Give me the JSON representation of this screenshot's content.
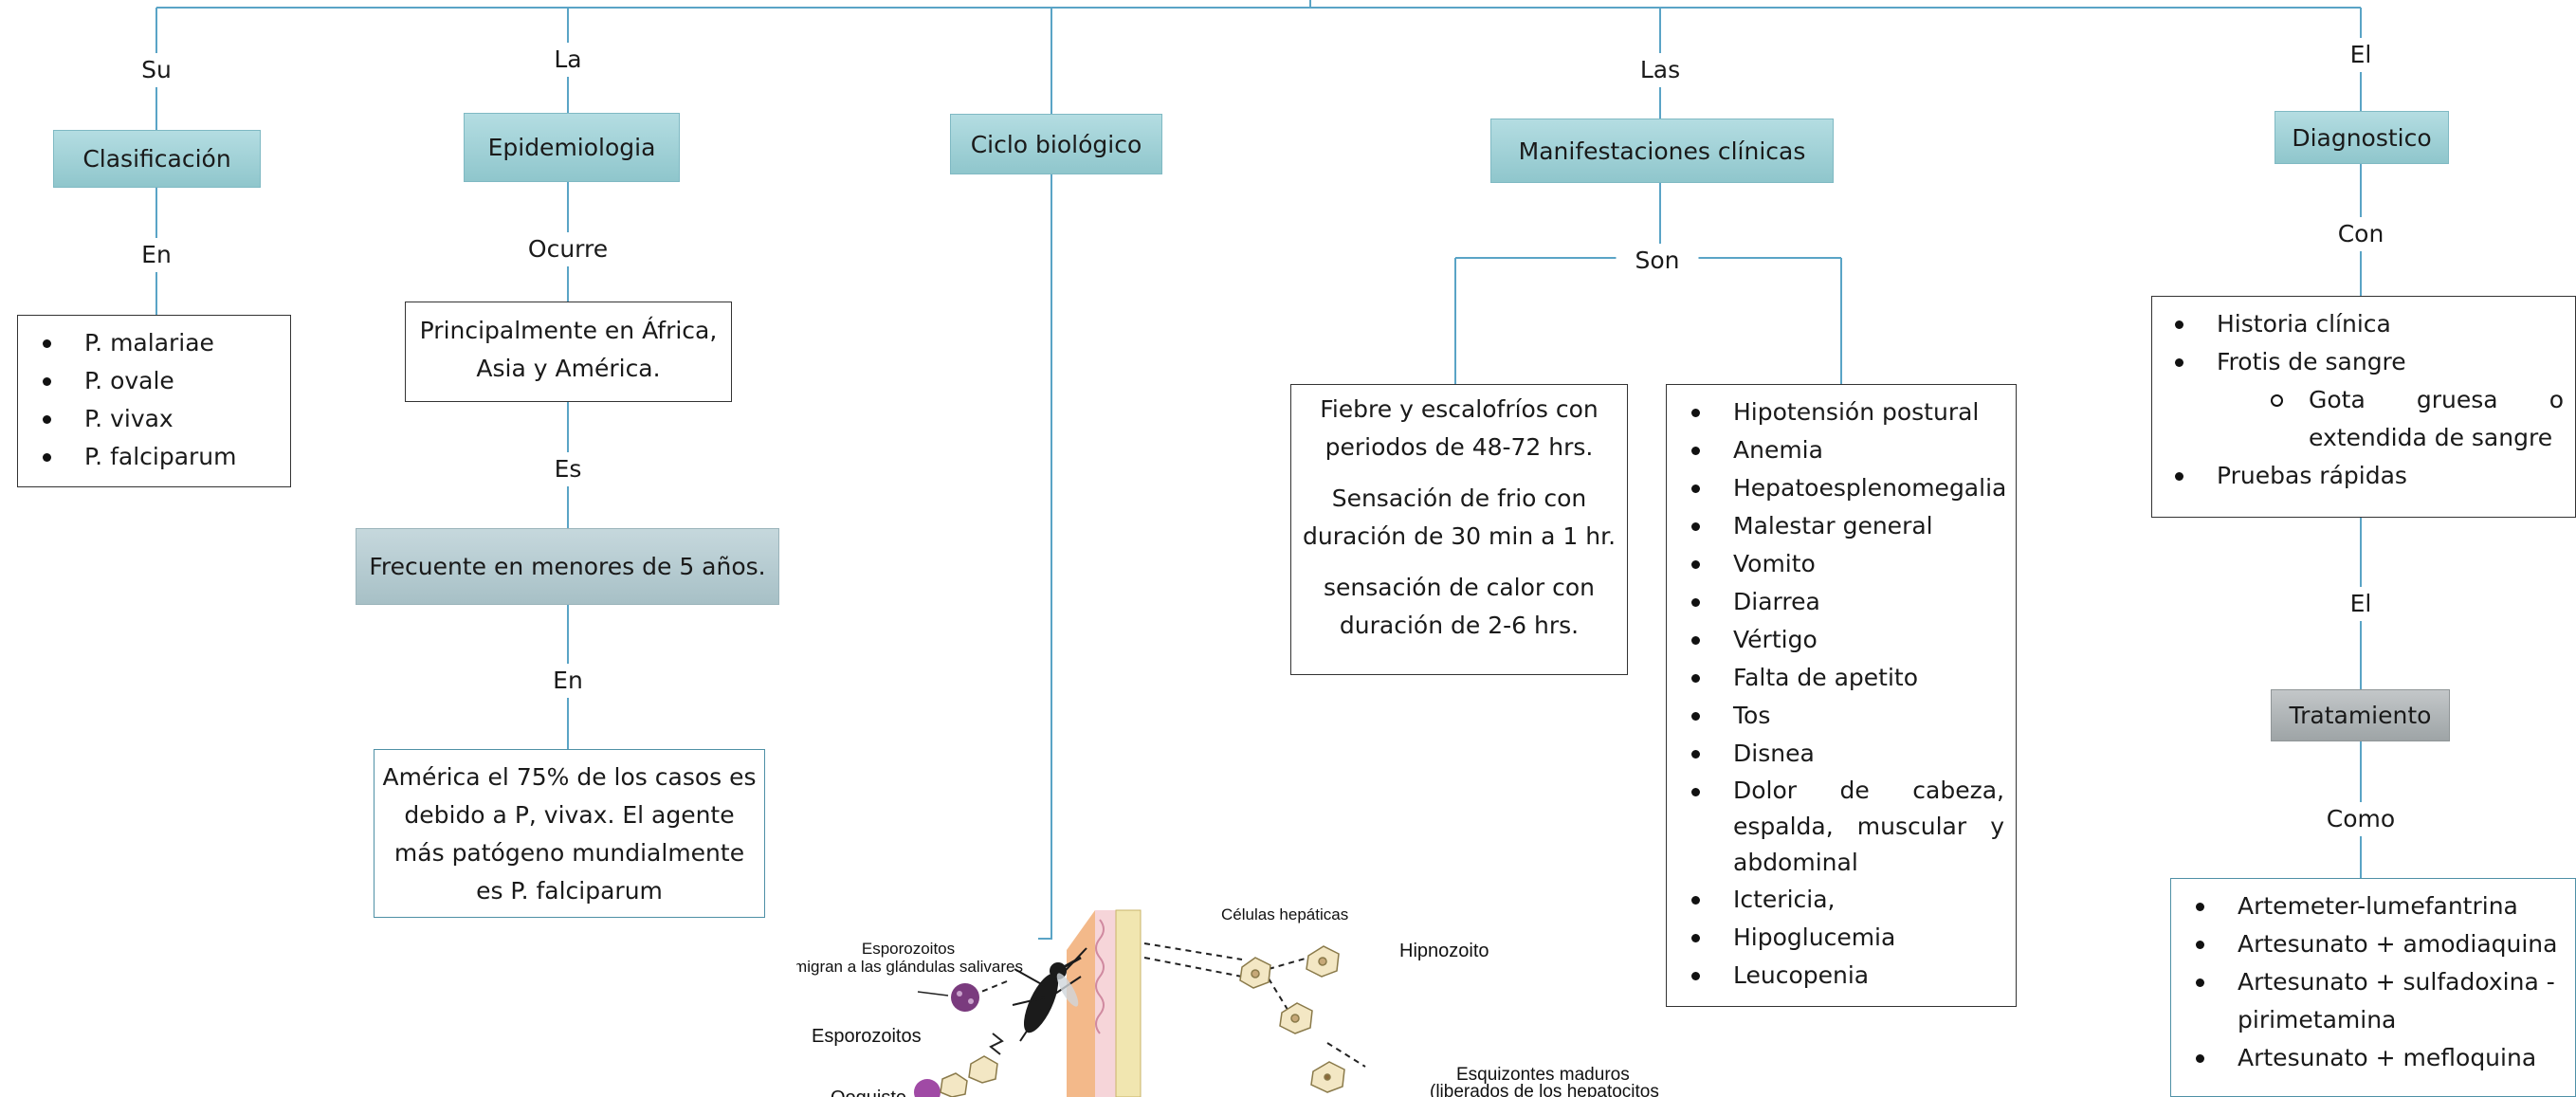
{
  "connectors": {
    "su": "Su",
    "la": "La",
    "las": "Las",
    "el_top": "El",
    "en_1": "En",
    "ocurre": "Ocurre",
    "es": "Es",
    "en_2": "En",
    "son": "Son",
    "con": "Con",
    "el_mid": "El",
    "como": "Como"
  },
  "nodes": {
    "clasificacion": "Clasificación",
    "epidemiologia": "Epidemiologia",
    "ciclo": "Ciclo biológico",
    "manifestaciones": "Manifestaciones clínicas",
    "diagnostico": "Diagnostico",
    "frecuente": "Frecuente en menores de 5 años.",
    "tratamiento": "Tratamiento"
  },
  "clasificacion_list": [
    "P. malariae",
    "P. ovale",
    "P. vivax",
    "P. falciparum"
  ],
  "epidemiologia_text": {
    "ocurre_box": [
      "Principalmente en África,",
      "Asia y América."
    ],
    "america_box": [
      "América el 75% de los casos es",
      "debido a P, vivax. El agente",
      "más patógeno mundialmente",
      "es P. falciparum"
    ]
  },
  "fiebre_box": [
    [
      "Fiebre y escalofríos con",
      "periodos de 48-72 hrs."
    ],
    [
      "Sensación de frio con",
      "duración de 30 min a 1 hr."
    ],
    [
      "sensación de calor con",
      "duración de 2-6 hrs."
    ]
  ],
  "sintomas_list": [
    "Hipotensión postural",
    "Anemia",
    "Hepatoesplenomegalia",
    "Malestar general",
    "Vomito",
    "Diarrea",
    "Vértigo",
    "Falta de apetito",
    "Tos",
    "Disnea",
    "Dolor de cabeza, espalda, muscular y abdominal",
    "Ictericia,",
    "Hipoglucemia",
    "Leucopenia"
  ],
  "diagnostico_list": {
    "historia": "Historia clínica",
    "frotis": "Frotis de sangre",
    "gota": "Gota gruesa o extendida de sangre",
    "pruebas": "Pruebas rápidas"
  },
  "tratamiento_list": [
    "Artemeter-lumefantrina",
    "Artesunato + amodiaquina",
    "Artesunato + sulfadoxina - pirimetamina",
    "Artesunato + mefloquina"
  ],
  "figure": {
    "celulas": "Células hepáticas",
    "esporozoitos_migran_1": "Esporozoitos",
    "esporozoitos_migran_2": "migran a las glándulas salivares",
    "hipnozoito": "Hipnozoito",
    "esporozoitos": "Esporozoitos",
    "esquizontes_1": "Esquizontes maduros",
    "esquizontes_2": "(liberados de los hepatocitos",
    "ooquiste": "Ooquiste"
  },
  "colors": {
    "line": "#5aa4c6",
    "node": "#9fd0d6",
    "grey_node": "#aeb3b5"
  }
}
